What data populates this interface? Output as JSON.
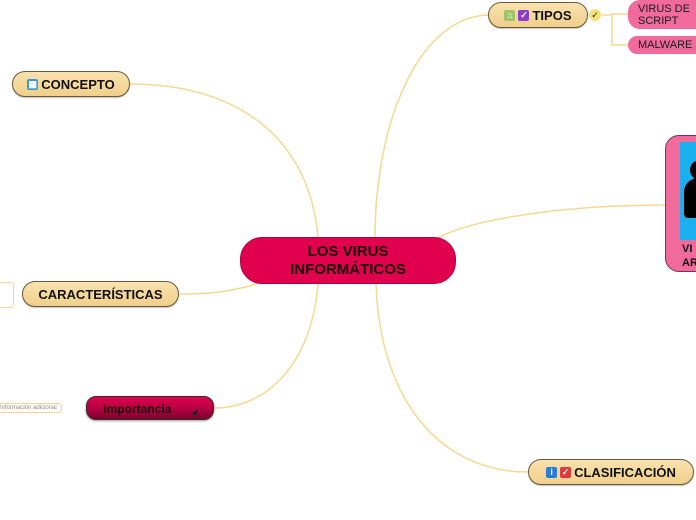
{
  "central": {
    "line1": "LOS VIRUS",
    "line2": "INFORMÁTICOS"
  },
  "topics": {
    "tipos": {
      "label": "TIPOS",
      "icons": [
        "house-icon",
        "check-box-icon"
      ]
    },
    "concepto": {
      "label": "CONCEPTO",
      "icons": [
        "map-icon"
      ]
    },
    "caracteristicas": {
      "label": "CARACTERÍSTICAS"
    },
    "importancia": {
      "label": "importancia",
      "note": "Información adicional"
    },
    "clasificacion": {
      "label": "CLASIFICACIÓN",
      "icons": [
        "info-icon",
        "check-box-icon"
      ]
    }
  },
  "subtopics": {
    "virus_script": {
      "line1": "VIRUS DE",
      "line2": "SCRIPT"
    },
    "malware": {
      "label": "MALWARE"
    }
  },
  "image_node": {
    "line1": "VI",
    "line2": "AR"
  },
  "colors": {
    "central": "#e0004d",
    "topic": "#f4d89a",
    "pink": "#f06a9c",
    "connector": "#f8d890"
  }
}
